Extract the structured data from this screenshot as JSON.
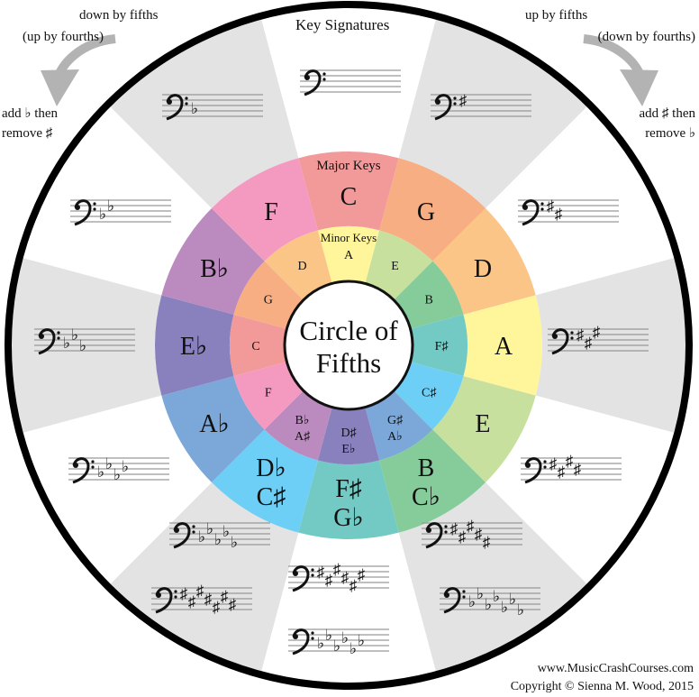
{
  "title": "Key Signatures",
  "center_title": [
    "Circle of",
    "Fifths"
  ],
  "major_heading": "Major Keys",
  "minor_heading": "Minor Keys",
  "left_direction": {
    "line1": "down by fifths",
    "line2": "(up by fourths)",
    "rule1": "add ♭ then",
    "rule2": "remove ♯"
  },
  "right_direction": {
    "line1": "up by fifths",
    "line2": "(down by fourths)",
    "rule1": "add ♯ then",
    "rule2": "remove ♭"
  },
  "footer": {
    "website": "www.MusicCrashCourses.com",
    "copyright": "Copyright © Sienna M. Wood, 2015"
  },
  "colors": {
    "wedge_gray": "#e3e3e3",
    "outer_ring": "#000000",
    "arrow_gray": "#b3b3b3"
  },
  "clef": "bass-clef",
  "positions": [
    {
      "major": [
        "C"
      ],
      "minor": [
        "A"
      ],
      "color": "#f29a9a",
      "signatures": [
        {
          "accidental": "none",
          "count": 0
        }
      ]
    },
    {
      "major": [
        "G"
      ],
      "minor": [
        "E"
      ],
      "color": "#f7ae82",
      "signatures": [
        {
          "accidental": "sharp",
          "count": 1
        }
      ]
    },
    {
      "major": [
        "D"
      ],
      "minor": [
        "B"
      ],
      "color": "#fbc587",
      "signatures": [
        {
          "accidental": "sharp",
          "count": 2
        }
      ]
    },
    {
      "major": [
        "A"
      ],
      "minor": [
        "F♯"
      ],
      "color": "#fff59b",
      "signatures": [
        {
          "accidental": "sharp",
          "count": 3
        }
      ]
    },
    {
      "major": [
        "E"
      ],
      "minor": [
        "C♯"
      ],
      "color": "#c8e09d",
      "signatures": [
        {
          "accidental": "sharp",
          "count": 4
        }
      ]
    },
    {
      "major": [
        "B",
        "C♭"
      ],
      "minor": [
        "G♯",
        "A♭"
      ],
      "color": "#86cc9b",
      "signatures": [
        {
          "accidental": "sharp",
          "count": 5
        },
        {
          "accidental": "flat",
          "count": 7
        }
      ]
    },
    {
      "major": [
        "F♯",
        "G♭"
      ],
      "minor": [
        "D♯",
        "E♭"
      ],
      "color": "#73c9c3",
      "signatures": [
        {
          "accidental": "sharp",
          "count": 6
        },
        {
          "accidental": "flat",
          "count": 6
        }
      ]
    },
    {
      "major": [
        "D♭",
        "C♯"
      ],
      "minor": [
        "B♭",
        "A♯"
      ],
      "color": "#6dcff6",
      "signatures": [
        {
          "accidental": "flat",
          "count": 5
        },
        {
          "accidental": "sharp",
          "count": 7
        }
      ]
    },
    {
      "major": [
        "A♭"
      ],
      "minor": [
        "F"
      ],
      "color": "#7ba7d9",
      "signatures": [
        {
          "accidental": "flat",
          "count": 4
        }
      ]
    },
    {
      "major": [
        "E♭"
      ],
      "minor": [
        "C"
      ],
      "color": "#8881be",
      "signatures": [
        {
          "accidental": "flat",
          "count": 3
        }
      ]
    },
    {
      "major": [
        "B♭"
      ],
      "minor": [
        "G"
      ],
      "color": "#bb8abf",
      "signatures": [
        {
          "accidental": "flat",
          "count": 2
        }
      ]
    },
    {
      "major": [
        "F"
      ],
      "minor": [
        "D"
      ],
      "color": "#f49ac1",
      "signatures": [
        {
          "accidental": "flat",
          "count": 1
        }
      ]
    }
  ]
}
